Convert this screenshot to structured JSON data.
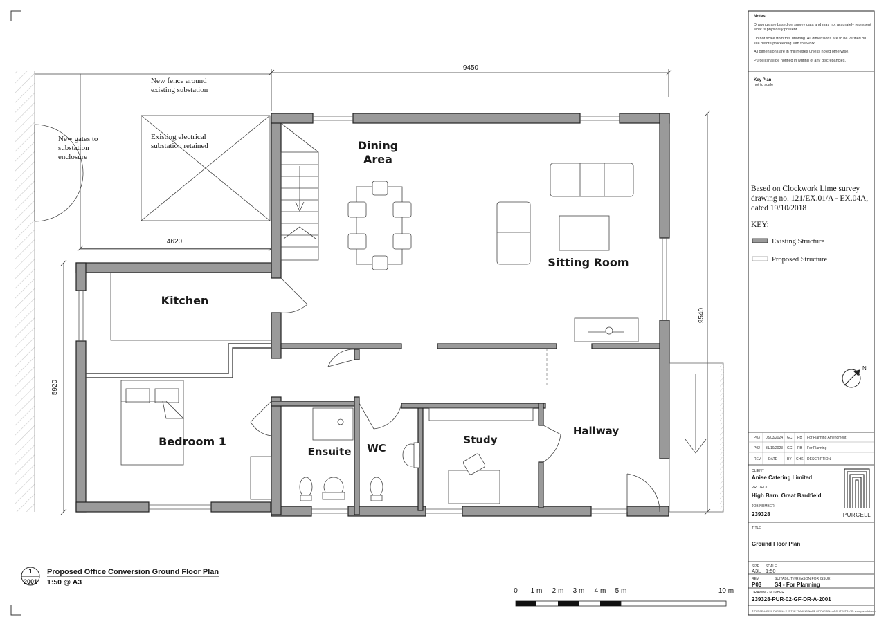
{
  "drawing": {
    "rooms": {
      "dining": [
        "Dining",
        "Area"
      ],
      "sitting": "Sitting Room",
      "kitchen": "Kitchen",
      "bedroom": "Bedroom 1",
      "ensuite": "Ensuite",
      "wc": "WC",
      "study": "Study",
      "hallway": "Hallway"
    },
    "annotations": {
      "fence": [
        "New fence around",
        "existing substation"
      ],
      "gates": [
        "New gates to",
        "substation",
        "enclosure"
      ],
      "substation": [
        "Existing electrical",
        "substation retained"
      ]
    },
    "dimensions": {
      "width_top": "9450",
      "width_sub": "4620",
      "height_right": "9540",
      "height_left": "5920"
    },
    "survey_note": [
      "Based on Clockwork Lime survey",
      "drawing no. 121/EX.01/A - EX.04A,",
      "dated 19/10/2018"
    ],
    "key": {
      "title": "KEY:",
      "existing": "Existing Structure",
      "proposed": "Proposed Structure"
    },
    "drawing_label": {
      "number": "1",
      "sheet": "2001",
      "title": "Proposed Office Conversion Ground Floor Plan",
      "scale": "1:50 @ A3"
    },
    "scale_bar": {
      "labels": [
        "0",
        "1 m",
        "2 m",
        "3 m",
        "4 m",
        "5 m",
        "10 m"
      ]
    }
  },
  "title_block": {
    "notes_title": "Notes:",
    "notes": [
      [
        "Drawings are based on survey data and may not accurately represent",
        "what is physically present."
      ],
      [
        "Do not scale from this drawing. All dimensions are to be verified on",
        "site before proceeding with the work."
      ],
      [
        "All dimensions are in millimetres unless noted otherwise."
      ],
      [
        "Purcell shall be notified in writing of any discrepancies."
      ]
    ],
    "key_plan": "Key Plan",
    "key_plan_sub": "not to scale",
    "revisions": [
      {
        "rev": "P03",
        "date": "08/03/2024",
        "by": "GC",
        "chk": "PB",
        "desc": "For Planning Amendment"
      },
      {
        "rev": "P02",
        "date": "31/10/2023",
        "by": "GC",
        "chk": "PB",
        "desc": "For Planning"
      }
    ],
    "rev_headers": {
      "rev": "REV",
      "date": "DATE",
      "by": "BY",
      "chk": "CHK",
      "desc": "DESCRIPTION"
    },
    "client_label": "CLIENT",
    "client": "Anise Catering Limited",
    "project_label": "PROJECT",
    "project": "High Barn, Great Bardfield",
    "job_label": "JOB NUMBER",
    "job": "239328",
    "logo_text": "PURCELL",
    "title_label": "TITLE",
    "title": "Ground Floor Plan",
    "size_label": "SIZE",
    "size": "A3L",
    "scale_label": "SCALE",
    "scale": "1:50",
    "rev_label": "REV",
    "rev": "P03",
    "suit_label": "SUITABILITY/REASON FOR ISSUE",
    "suit": "S4 - For Planning",
    "dwg_label": "DRAWING NUMBER",
    "dwg": "239328-PUR-02-GF-DR-A-2001",
    "copyright": "© PURCELL 2019. PURCELL ® IS THE TRADING NAME OF PURCELL ARCHITECTS LTD. www.purcelluk.com"
  }
}
